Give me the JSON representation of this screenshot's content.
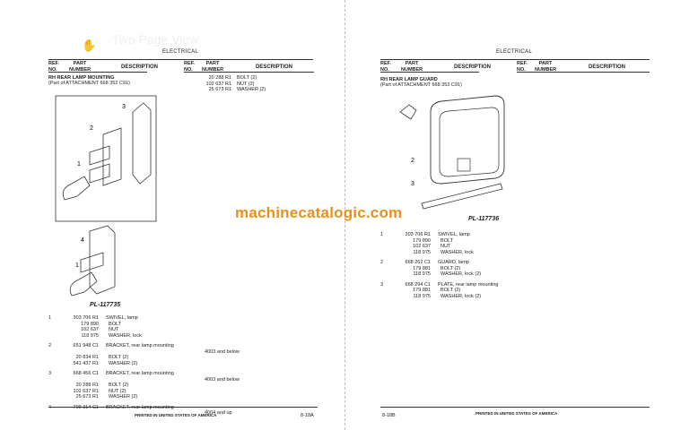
{
  "viewer": {
    "hand_tool_tooltip": "Two Page View",
    "watermark": "machinecatalogic.com"
  },
  "left": {
    "section": "ELECTRICAL",
    "columns": {
      "ref": "REF.\nNO.",
      "part": "PART\nNUMBER",
      "desc": "DESCRIPTION"
    },
    "heading": "RH REAR LAMP MOUNTING",
    "subheading": "(Part of ATTACHMENT 668 352 C91)",
    "top_parts": [
      {
        "part": "20 288 R1",
        "desc": "BOLT (2)"
      },
      {
        "part": "102 637 R1",
        "desc": "NUT (2)"
      },
      {
        "part": "25 673 R1",
        "desc": "WASHER (2)"
      }
    ],
    "figure_id": "PL-117735",
    "items": [
      {
        "ref": "1",
        "rows": [
          [
            "303 706 R1",
            "SWIVEL, lamp"
          ],
          [
            "179 890",
            "  BOLT"
          ],
          [
            "102 637",
            "  NUT"
          ],
          [
            "118 975",
            "  WASHER, lock"
          ]
        ]
      },
      {
        "ref": "2",
        "rows": [
          [
            "651 948 C1",
            "BRACKET, rear lamp mounting"
          ],
          [
            "",
            "4003 and below"
          ],
          [
            "20 834 R1",
            "  BOLT (2)"
          ],
          [
            "541 437 R1",
            "  WASHER (2)"
          ]
        ]
      },
      {
        "ref": "3",
        "rows": [
          [
            "668 456 C1",
            "BRACKET, rear lamp mounting"
          ],
          [
            "",
            "4003 and below"
          ],
          [
            "20 288 R1",
            "  BOLT (2)"
          ],
          [
            "102 637 R1",
            "  NUT (2)"
          ],
          [
            "25 673 R1",
            "  WASHER (2)"
          ]
        ]
      },
      {
        "ref": "4",
        "rows": [
          [
            "709 314 C1",
            "BRACKET, rear lamp mounting"
          ],
          [
            "",
            "4004 and up"
          ]
        ]
      }
    ],
    "footer": "PRINTED IN UNITED STATES OF AMERICA",
    "page": "8-18A"
  },
  "right": {
    "section": "ELECTRICAL",
    "columns": {
      "ref": "REF.\nNO.",
      "part": "PART\nNUMBER",
      "desc": "DESCRIPTION"
    },
    "heading": "RH REAR LAMP GUARD",
    "subheading": "(Part of ATTACHMENT 668 353 C91)",
    "figure_id": "PL-117736",
    "items": [
      {
        "ref": "1",
        "rows": [
          [
            "303 706 R1",
            "SWIVEL, lamp"
          ],
          [
            "179 890",
            "  BOLT"
          ],
          [
            "102 637",
            "  NUT"
          ],
          [
            "118 975",
            "  WASHER, lock"
          ]
        ]
      },
      {
        "ref": "2",
        "rows": [
          [
            "668 262 C1",
            "GUARD, lamp"
          ],
          [
            "179 881",
            "  BOLT (2)"
          ],
          [
            "118 975",
            "  WASHER, lock (2)"
          ]
        ]
      },
      {
        "ref": "3",
        "rows": [
          [
            "668 294 C1",
            "PLATE, rear lamp mounting"
          ],
          [
            "179 881",
            "  BOLT (2)"
          ],
          [
            "118 975",
            "  WASHER, lock (2)"
          ]
        ]
      }
    ],
    "footer": "PRINTED IN UNITED STATES OF AMERICA",
    "page": "8-18B"
  }
}
